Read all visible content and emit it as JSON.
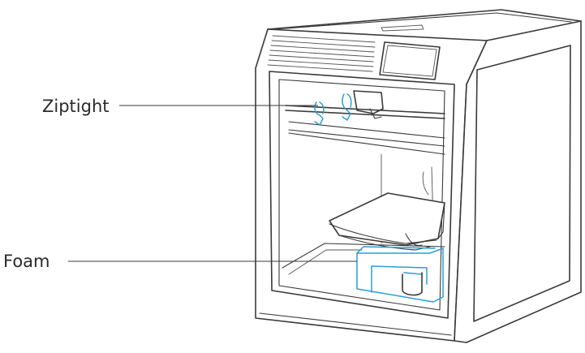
{
  "callouts": [
    {
      "id": "ziptight",
      "label": "Ziptight"
    },
    {
      "id": "foam",
      "label": "Foam"
    }
  ],
  "colors": {
    "line": "#3a3a3a",
    "highlight": "#2a9fd6",
    "background": "#ffffff"
  }
}
